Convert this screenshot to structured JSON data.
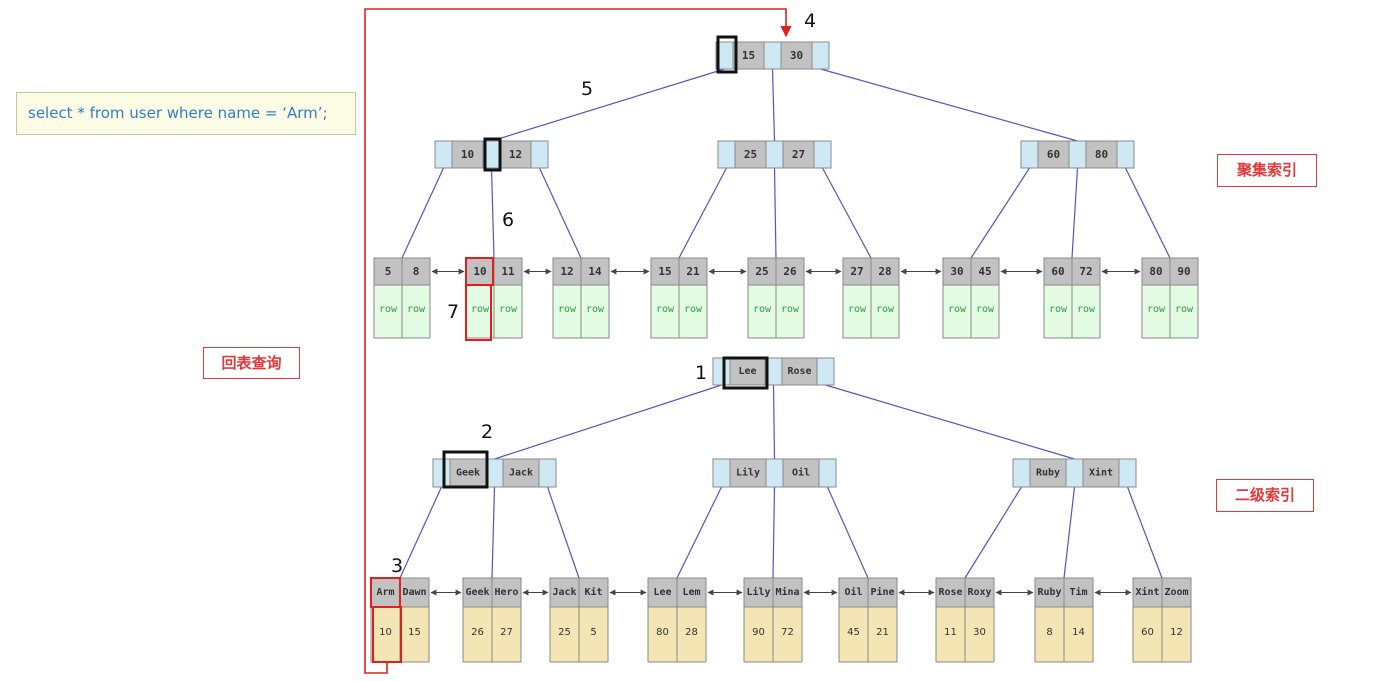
{
  "query": "select * from user where name = ‘Arm’;",
  "labels": {
    "clustered_index": "聚集索引",
    "secondary_index": "二级索引",
    "back_to_table": "回表查询"
  },
  "steps": [
    "1",
    "2",
    "3",
    "4",
    "5",
    "6",
    "7"
  ],
  "colors": {
    "pointer": "#cfe9f4",
    "key": "#c2c2c2",
    "row": "#e2fbe2",
    "row_text": "#2e9e44",
    "value": "#f3e6b4",
    "edge": "#5555bb",
    "highlight_black": "#111111",
    "highlight_red": "#e02020"
  },
  "clustered": {
    "root": [
      "15",
      "30"
    ],
    "internal": [
      [
        "10",
        "12"
      ],
      [
        "25",
        "27"
      ],
      [
        "60",
        "80"
      ]
    ],
    "leaves": [
      {
        "keys": [
          "5",
          "8"
        ],
        "rows": [
          "row",
          "row"
        ]
      },
      {
        "keys": [
          "10",
          "11"
        ],
        "rows": [
          "row",
          "row"
        ]
      },
      {
        "keys": [
          "12",
          "14"
        ],
        "rows": [
          "row",
          "row"
        ]
      },
      {
        "keys": [
          "15",
          "21"
        ],
        "rows": [
          "row",
          "row"
        ]
      },
      {
        "keys": [
          "25",
          "26"
        ],
        "rows": [
          "row",
          "row"
        ]
      },
      {
        "keys": [
          "27",
          "28"
        ],
        "rows": [
          "row",
          "row"
        ]
      },
      {
        "keys": [
          "30",
          "45"
        ],
        "rows": [
          "row",
          "row"
        ]
      },
      {
        "keys": [
          "60",
          "72"
        ],
        "rows": [
          "row",
          "row"
        ]
      },
      {
        "keys": [
          "80",
          "90"
        ],
        "rows": [
          "row",
          "row"
        ]
      }
    ]
  },
  "secondary": {
    "root": [
      "Lee",
      "Rose"
    ],
    "internal": [
      [
        "Geek",
        "Jack"
      ],
      [
        "Lily",
        "Oil"
      ],
      [
        "Ruby",
        "Xint"
      ]
    ],
    "leaves": [
      {
        "keys": [
          "Arm",
          "Dawn"
        ],
        "values": [
          "10",
          "15"
        ]
      },
      {
        "keys": [
          "Geek",
          "Hero"
        ],
        "values": [
          "26",
          "27"
        ]
      },
      {
        "keys": [
          "Jack",
          "Kit"
        ],
        "values": [
          "25",
          "5"
        ]
      },
      {
        "keys": [
          "Lee",
          "Lem"
        ],
        "values": [
          "80",
          "28"
        ]
      },
      {
        "keys": [
          "Lily",
          "Mina"
        ],
        "values": [
          "90",
          "72"
        ]
      },
      {
        "keys": [
          "Oil",
          "Pine"
        ],
        "values": [
          "45",
          "21"
        ]
      },
      {
        "keys": [
          "Rose",
          "Roxy"
        ],
        "values": [
          "11",
          "30"
        ]
      },
      {
        "keys": [
          "Ruby",
          "Tim"
        ],
        "values": [
          "8",
          "14"
        ]
      },
      {
        "keys": [
          "Xint",
          "Zoom"
        ],
        "values": [
          "60",
          "12"
        ]
      }
    ]
  }
}
